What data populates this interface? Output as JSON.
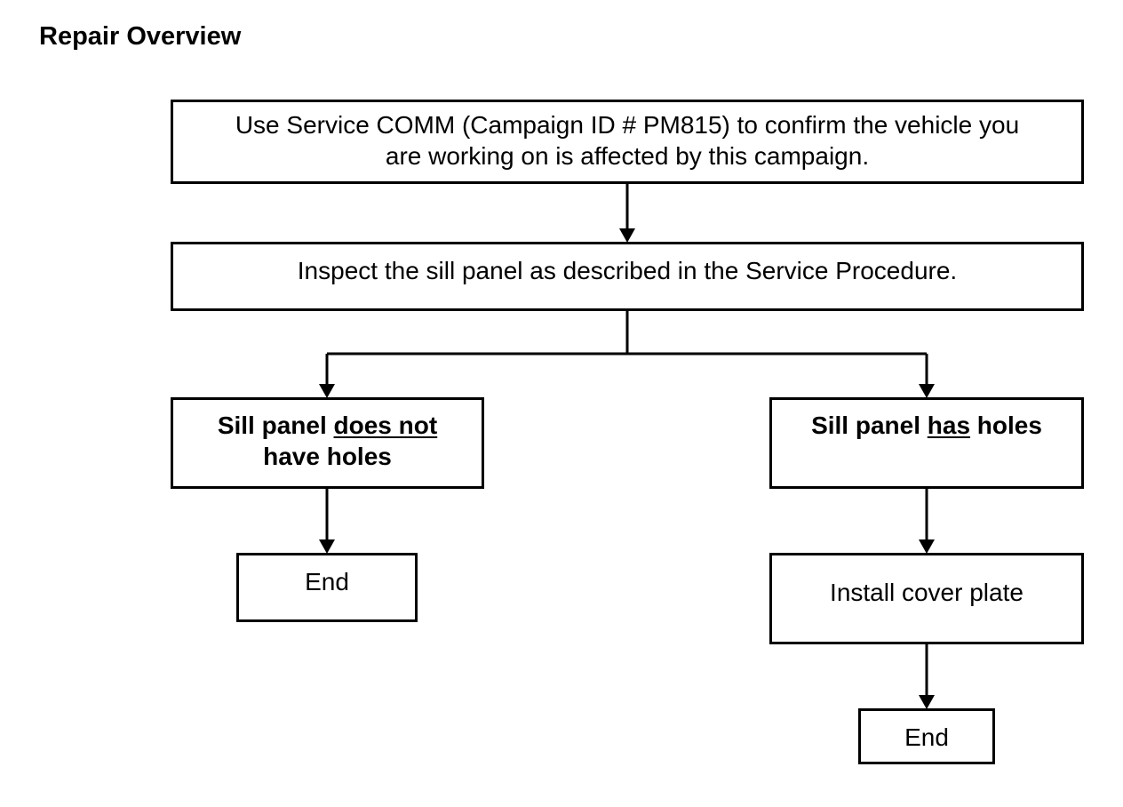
{
  "page": {
    "title": "Repair Overview"
  },
  "flowchart": {
    "confirm_step": {
      "line1": "Use Service COMM (Campaign ID # PM815) to confirm the vehicle you",
      "line2": "are working on is affected by this campaign."
    },
    "inspect_step": {
      "text": "Inspect the sill panel as described in the Service Procedure."
    },
    "no_holes_branch": {
      "prefix": "Sill panel ",
      "emphasis": "does not",
      "line2": "have holes"
    },
    "holes_branch": {
      "prefix": "Sill panel ",
      "emphasis": "has",
      "suffix": " holes"
    },
    "end_left": {
      "text": "End"
    },
    "cover_plate_step": {
      "text": "Install cover plate"
    },
    "end_right": {
      "text": "End"
    }
  }
}
